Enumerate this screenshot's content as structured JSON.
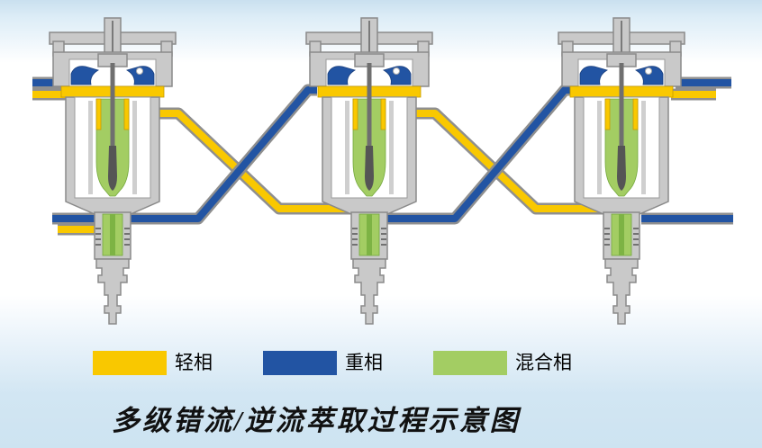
{
  "title": "多级错流/逆流萃取过程示意图",
  "legend": {
    "items": [
      {
        "id": "light-phase",
        "label": "轻相",
        "color": "#f9c800"
      },
      {
        "id": "heavy-phase",
        "label": "重相",
        "color": "#2254a3"
      },
      {
        "id": "mixed-phase",
        "label": "混合相",
        "color": "#a3cd63"
      }
    ]
  },
  "diagram": {
    "stages": [
      "stage-1",
      "stage-2",
      "stage-3"
    ],
    "colors": {
      "light_phase": "#f9c800",
      "heavy_phase": "#2254a3",
      "mixed_phase": "#a3cd63",
      "housing": "#c9c9c9",
      "outline": "#8a8a8a"
    }
  }
}
